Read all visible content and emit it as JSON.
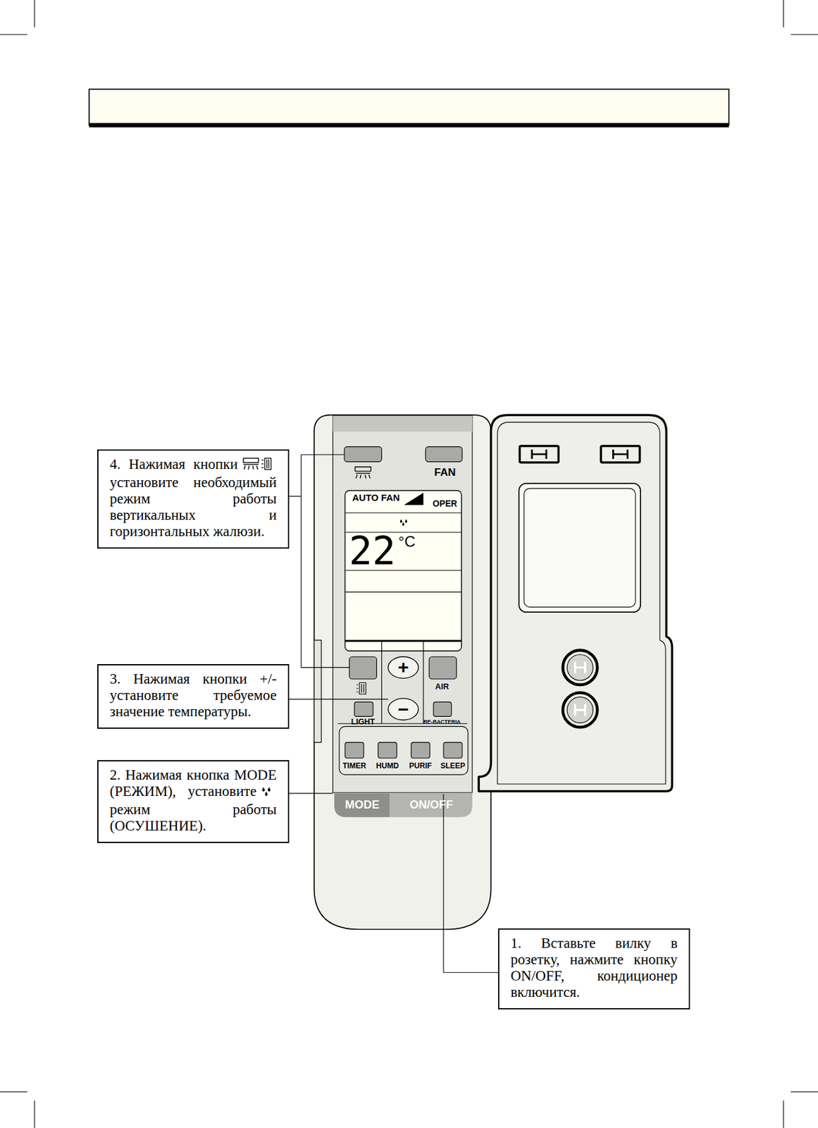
{
  "diagram": {
    "nodes": [
      {
        "text": [
          "4. Нажимая кнопки",
          "установите необходимый режим работы вертикальных и горизонтальных жалюзи."
        ]
      },
      {
        "text": [
          "3. Нажимая кнопки +/- установите требуемое значение температуры."
        ]
      },
      {
        "text": [
          "2. Нажимая кнопка MODE (РЕЖИМ), установите",
          "режим работы (ОСУШЕНИЕ)."
        ]
      },
      {
        "text": [
          "1. Вставьте вилку в розетку, нажмите кнопку ON/OFF, кондиционер включится."
        ]
      }
    ],
    "labels": [
      "FAN",
      "AUTO FAN",
      "OPER",
      "22",
      "°C",
      "+",
      "−",
      "AIR",
      "LIGHT",
      "RE-BACTERIA",
      "TIMER",
      "HUMD",
      "PURIF",
      "SLEEP",
      "MODE",
      "ON/OFF"
    ]
  }
}
